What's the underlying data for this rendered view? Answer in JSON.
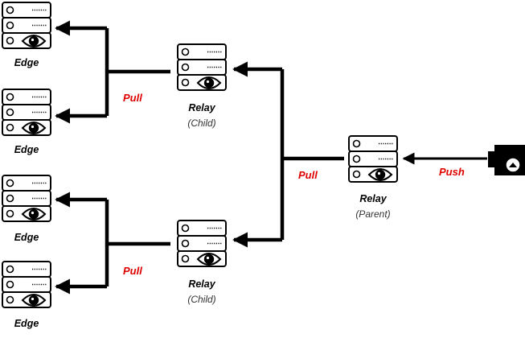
{
  "colors": {
    "line": "#000000",
    "edge_label": "#e00000",
    "background": "#ffffff"
  },
  "nodes": {
    "edge1": {
      "label": "Edge",
      "icon": "server-eye-icon"
    },
    "edge2": {
      "label": "Edge",
      "icon": "server-eye-icon"
    },
    "edge3": {
      "label": "Edge",
      "icon": "server-eye-icon"
    },
    "edge4": {
      "label": "Edge",
      "icon": "server-eye-icon"
    },
    "relay_child_top": {
      "label": "Relay",
      "sublabel": "(Child)",
      "icon": "server-eye-icon"
    },
    "relay_child_bottom": {
      "label": "Relay",
      "sublabel": "(Child)",
      "icon": "server-eye-icon"
    },
    "relay_parent": {
      "label": "Relay",
      "sublabel": "(Parent)",
      "icon": "server-eye-icon"
    },
    "camera": {
      "icon": "camera-icon"
    }
  },
  "edges": {
    "pull_top": "Pull",
    "pull_bottom": "Pull",
    "pull_parent": "Pull",
    "push": "Push"
  }
}
